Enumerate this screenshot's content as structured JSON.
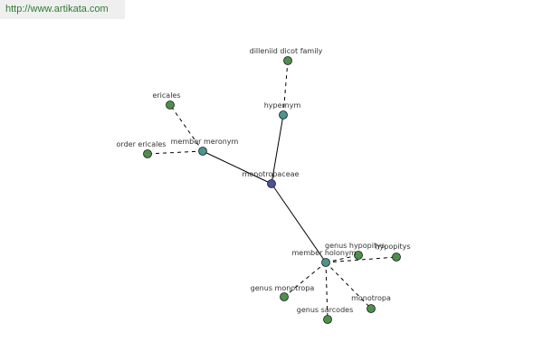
{
  "source_url": "http://www.artikata.com",
  "colors": {
    "leaf_node": "#4e8f4e",
    "relation_node": "#4a9590",
    "center_node": "#4d4f9e",
    "edge": "#000000",
    "url_text": "#2e7d32"
  },
  "nodes": [
    {
      "id": "monotropaceae",
      "label": "monotropaceae",
      "kind": "center"
    },
    {
      "id": "hypernym",
      "label": "hypernym",
      "kind": "relation"
    },
    {
      "id": "dilleniid",
      "label": "dilleniid dicot family",
      "kind": "leaf"
    },
    {
      "id": "member-meronym",
      "label": "member meronym",
      "kind": "relation"
    },
    {
      "id": "ericales",
      "label": "ericales",
      "kind": "leaf"
    },
    {
      "id": "order-ericales",
      "label": "order ericales",
      "kind": "leaf"
    },
    {
      "id": "member-holonym",
      "label": "member holonym",
      "kind": "relation"
    },
    {
      "id": "genus-hypopitys",
      "label": "genus hypopitys",
      "kind": "leaf"
    },
    {
      "id": "hypopitys",
      "label": "hypopitys",
      "kind": "leaf"
    },
    {
      "id": "genus-monotropa",
      "label": "genus monotropa",
      "kind": "leaf"
    },
    {
      "id": "genus-sarcodes",
      "label": "genus sarcodes",
      "kind": "leaf"
    },
    {
      "id": "monotropa",
      "label": "monotropa",
      "kind": "leaf"
    }
  ],
  "edges": [
    {
      "from": "monotropaceae",
      "to": "hypernym",
      "style": "solid"
    },
    {
      "from": "monotropaceae",
      "to": "member-meronym",
      "style": "solid"
    },
    {
      "from": "monotropaceae",
      "to": "member-holonym",
      "style": "solid"
    },
    {
      "from": "hypernym",
      "to": "dilleniid",
      "style": "dashed"
    },
    {
      "from": "member-meronym",
      "to": "ericales",
      "style": "dashed"
    },
    {
      "from": "member-meronym",
      "to": "order-ericales",
      "style": "dashed"
    },
    {
      "from": "member-holonym",
      "to": "genus-hypopitys",
      "style": "dashed"
    },
    {
      "from": "member-holonym",
      "to": "hypopitys",
      "style": "dashed"
    },
    {
      "from": "member-holonym",
      "to": "genus-monotropa",
      "style": "dashed"
    },
    {
      "from": "member-holonym",
      "to": "genus-sarcodes",
      "style": "dashed"
    },
    {
      "from": "member-holonym",
      "to": "monotropa",
      "style": "dashed"
    }
  ]
}
